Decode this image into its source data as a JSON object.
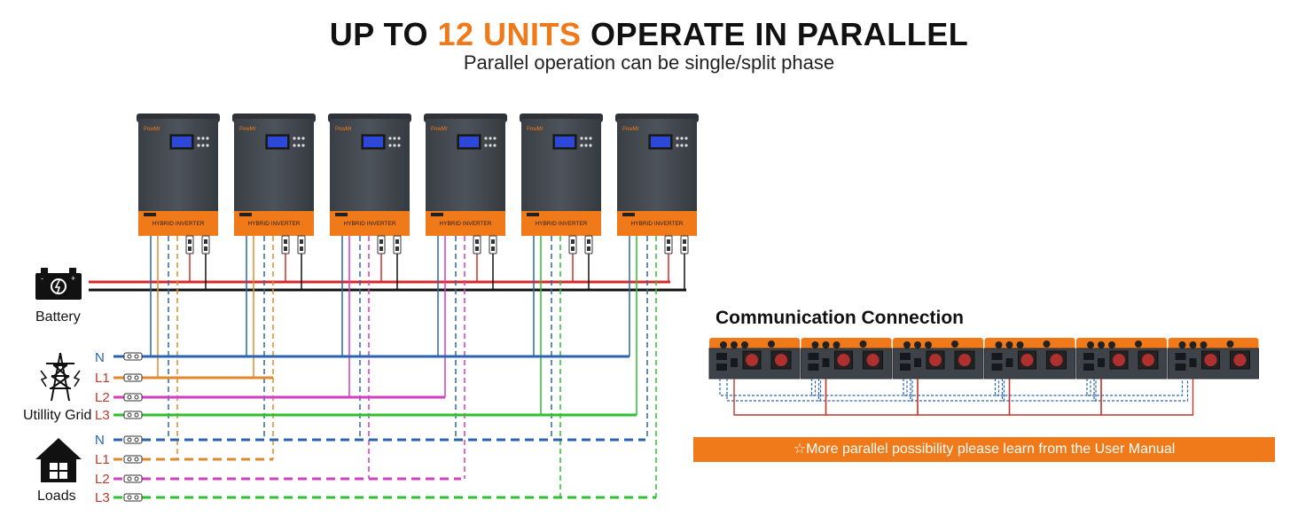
{
  "header": {
    "title_prefix": "UP TO ",
    "title_highlight": "12 UNITS",
    "title_suffix": " OPERATE IN PARALLEL",
    "subtitle": "Parallel operation can be single/split phase"
  },
  "inverter": {
    "brand": "PowMr",
    "panel_text": "HYBRID INVERTER",
    "count": 6
  },
  "sources": {
    "battery": "Battery",
    "grid": "Utillity Grid",
    "loads": "Loads"
  },
  "grid_lines": [
    "N",
    "L1",
    "L2",
    "L3"
  ],
  "load_lines": [
    "N",
    "L1",
    "L2",
    "L3"
  ],
  "communication": {
    "title": "Communication Connection",
    "module_count": 6
  },
  "manual_note": "☆More parallel possibility please learn from the User Manual",
  "colors": {
    "accent": "#f07a1a",
    "neutral": "#2a64b0",
    "l1": "#e08a2e",
    "l2": "#d23fc0",
    "l3": "#2fbf2f",
    "battery_pos": "#d62b2b",
    "battery_neg": "#111111",
    "label_red": "#c0392b"
  }
}
